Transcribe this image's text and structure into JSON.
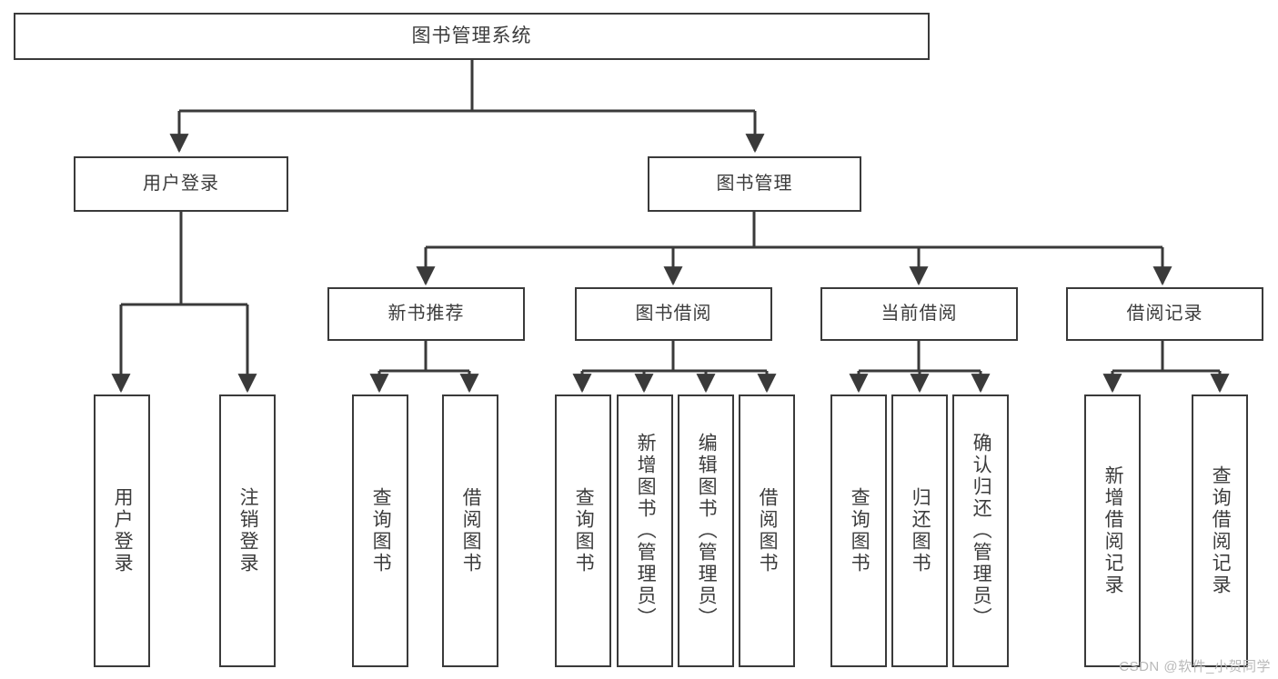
{
  "diagram": {
    "title": "图书管理系统",
    "type": "hierarchy-tree",
    "root": {
      "label": "图书管理系统"
    },
    "level1": [
      {
        "label": "用户登录"
      },
      {
        "label": "图书管理"
      }
    ],
    "level2": [
      {
        "label": "新书推荐"
      },
      {
        "label": "图书借阅"
      },
      {
        "label": "当前借阅"
      },
      {
        "label": "借阅记录"
      }
    ],
    "leaves": [
      {
        "label": "用户登录"
      },
      {
        "label": "注销登录"
      },
      {
        "label": "查询图书"
      },
      {
        "label": "借阅图书"
      },
      {
        "label": "查询图书"
      },
      {
        "label": "新增图书（管理员）"
      },
      {
        "label": "编辑图书（管理员）"
      },
      {
        "label": "借阅图书"
      },
      {
        "label": "查询图书"
      },
      {
        "label": "归还图书"
      },
      {
        "label": "确认归还（管理员）"
      },
      {
        "label": "新增借阅记录"
      },
      {
        "label": "查询借阅记录"
      }
    ],
    "colors": {
      "stroke": "#3a3a3a",
      "fill": "#ffffff",
      "text": "#3c3c3c",
      "watermark": "#b9b9b9"
    }
  },
  "watermark": {
    "text": "CSDN @软件_小贺同学"
  }
}
